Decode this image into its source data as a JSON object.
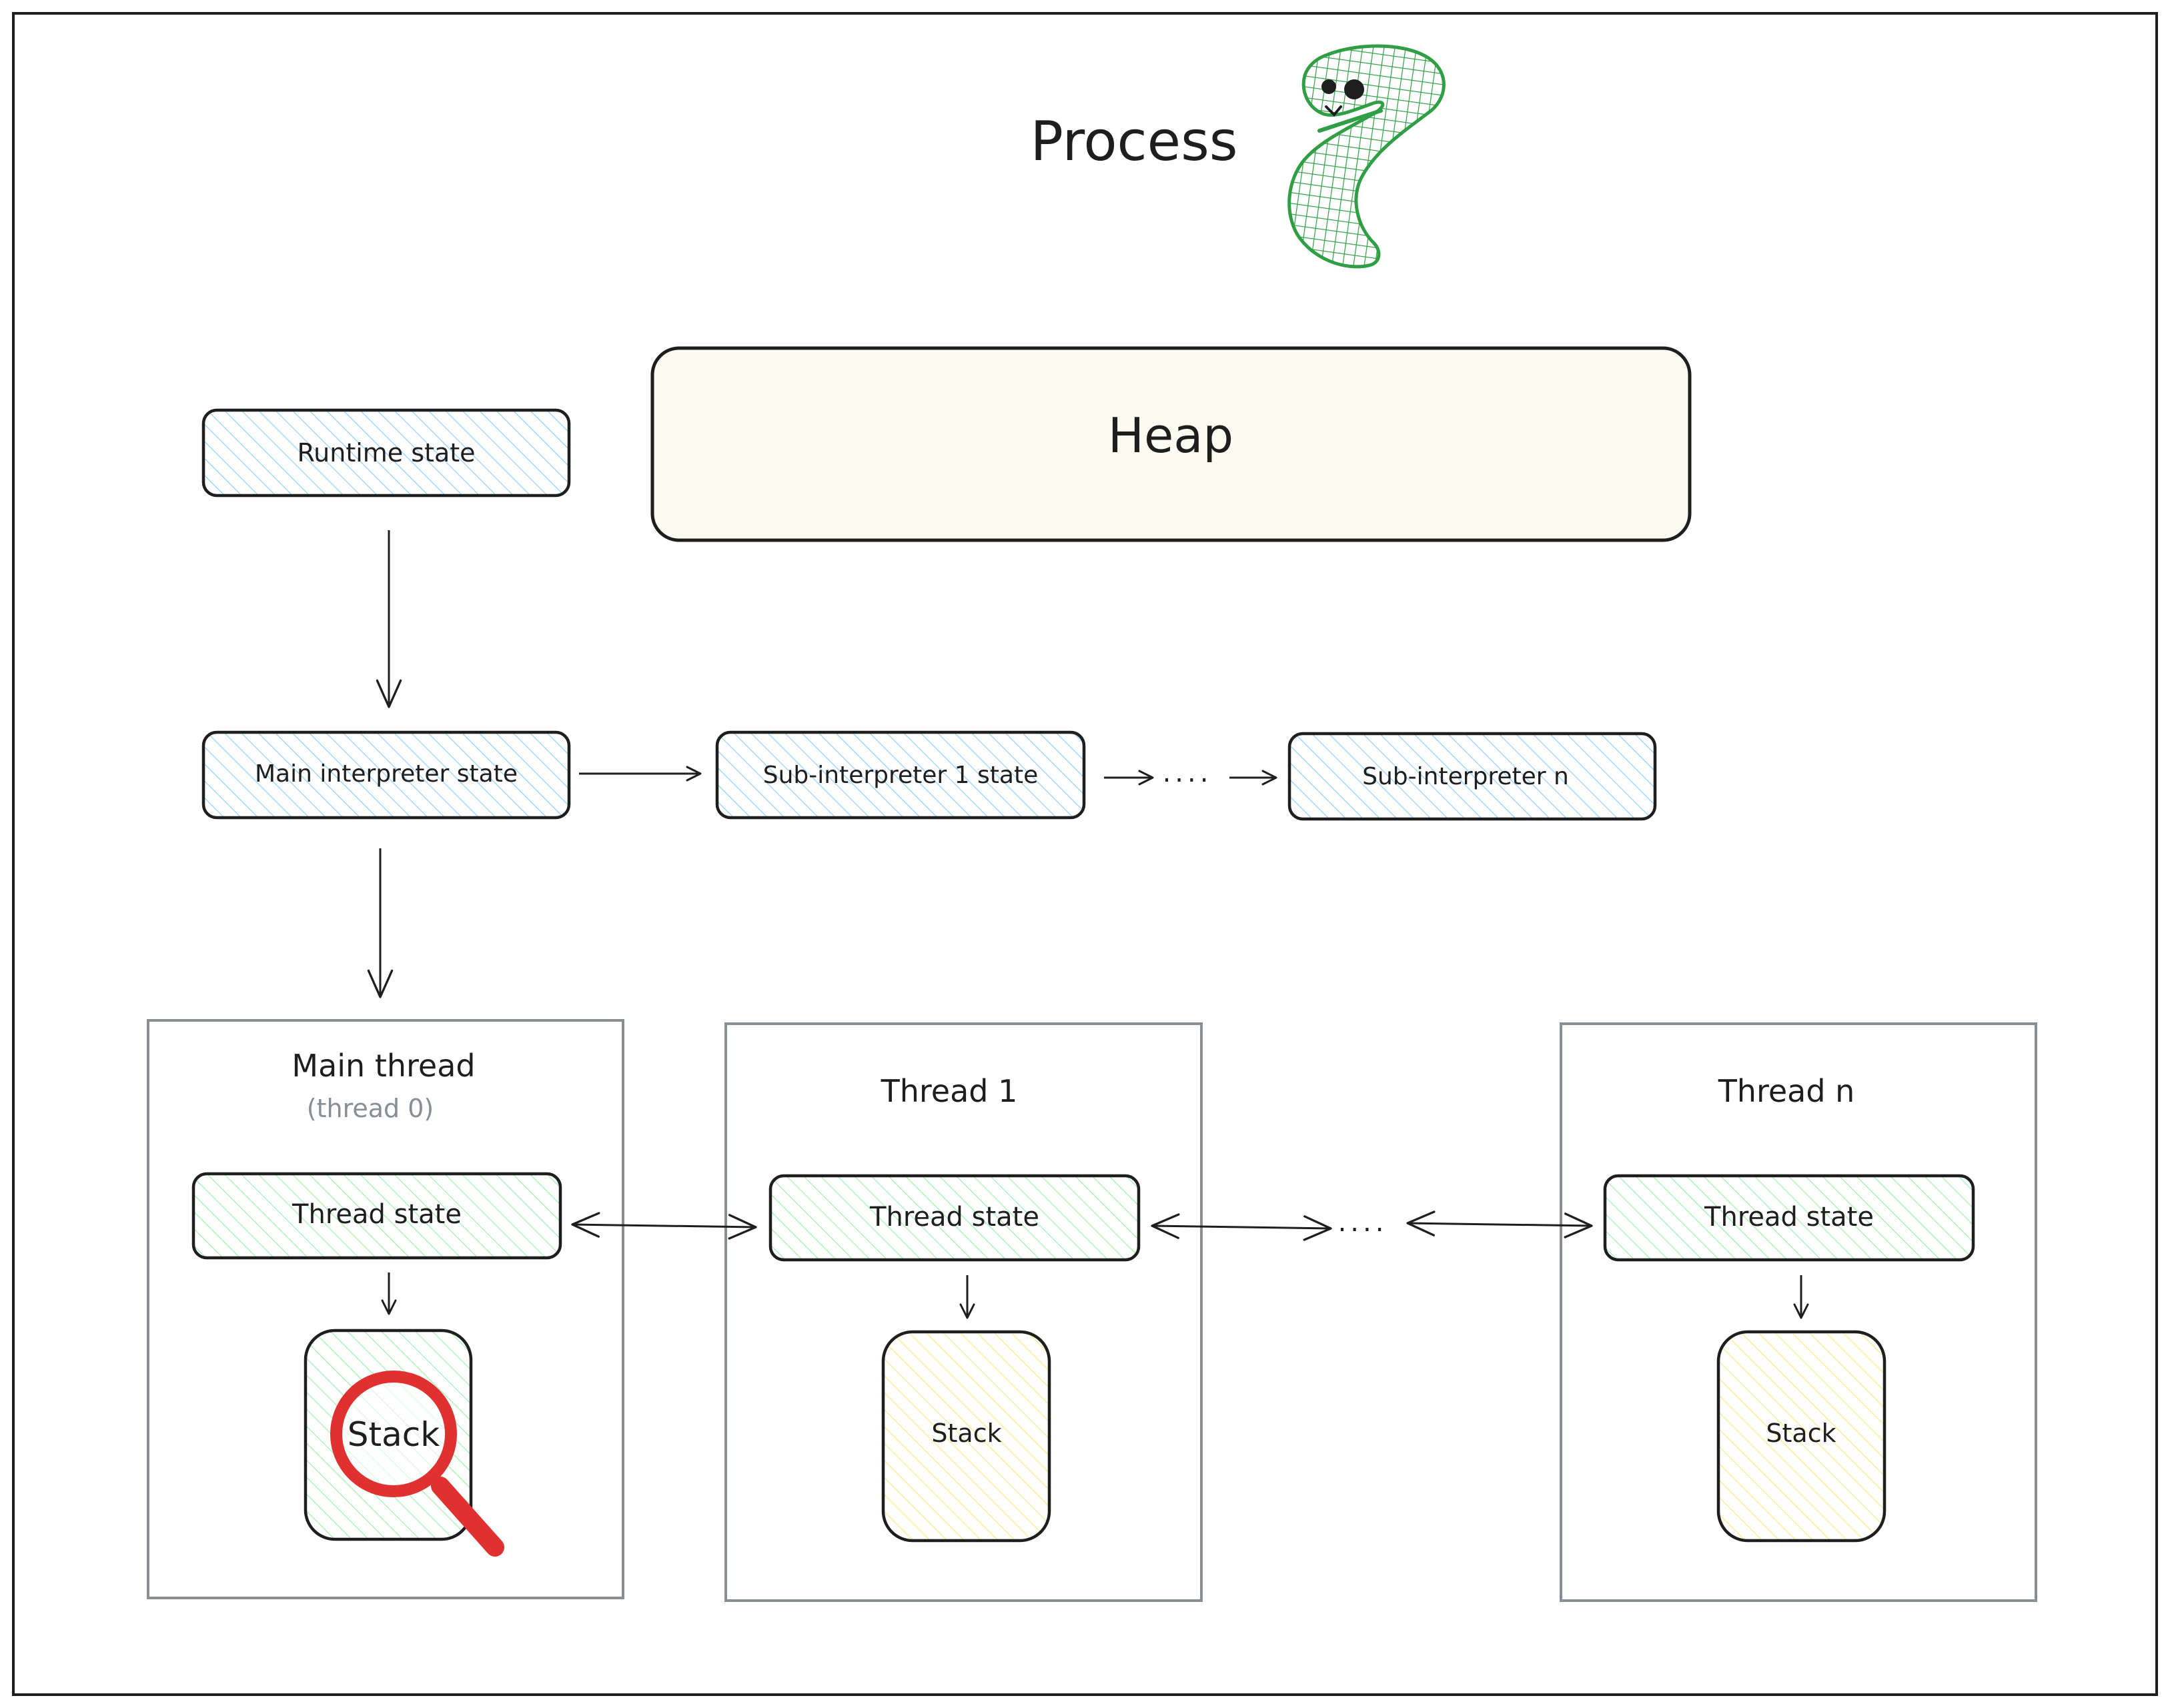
{
  "title": "Process",
  "logo": {
    "icon": "python-snake-icon",
    "color": "#2f9e44"
  },
  "colors": {
    "stroke": "#1e1e1e",
    "frame": "#868e96",
    "blue_hatch": "#a5d8ff",
    "green_hatch": "#b2f2bb",
    "yellow_hatch": "#ffec99",
    "heap_fill": "#fbfbf1",
    "magnifier": "#e03131",
    "subtitle": "#868e96"
  },
  "runtime": {
    "label": "Runtime state"
  },
  "heap": {
    "label": "Heap"
  },
  "interpreters": {
    "main": "Main interpreter state",
    "sub1": "Sub-interpreter 1 state",
    "subn": "Sub-interpreter n",
    "ellipsis": "...."
  },
  "threads": [
    {
      "title": "Main thread",
      "subtitle": "(thread 0)",
      "state": "Thread state",
      "stack": "Stack"
    },
    {
      "title": "Thread 1",
      "state": "Thread state",
      "stack": "Stack"
    },
    {
      "title": "Thread n",
      "state": "Thread state",
      "stack": "Stack"
    }
  ],
  "threads_ellipsis": "....",
  "highlight": {
    "icon": "magnifier-icon",
    "target": "Main thread stack"
  }
}
